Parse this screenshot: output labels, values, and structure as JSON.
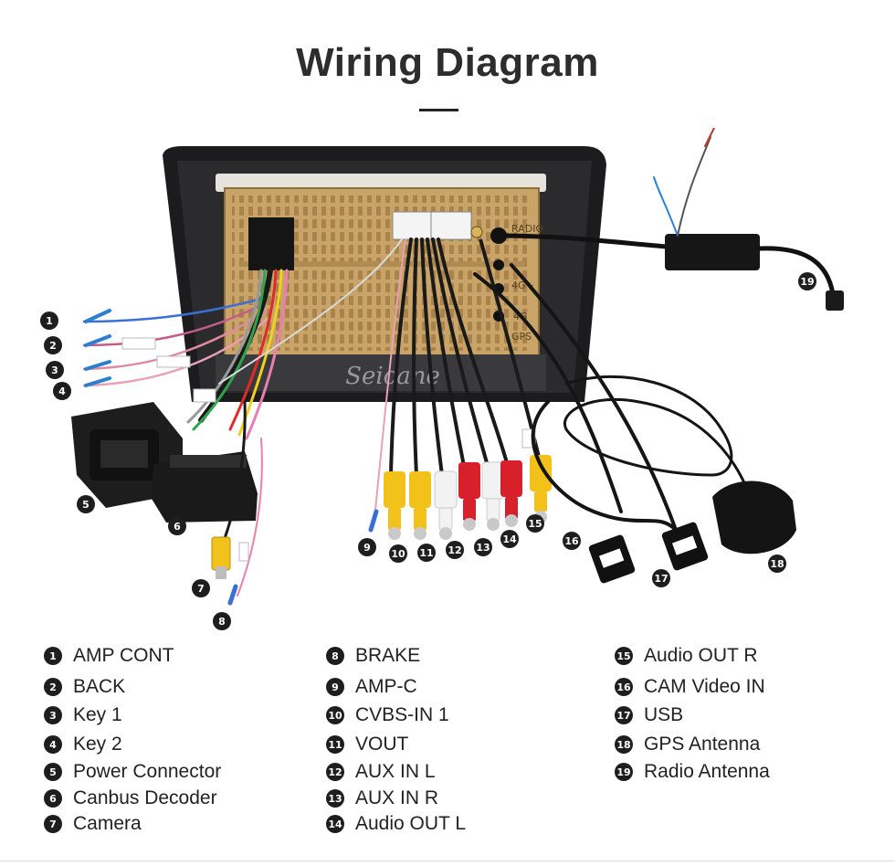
{
  "title": "Wiring Diagram",
  "watermark": "Seicane",
  "port_labels": {
    "radio": "RADIO",
    "fourg_top": "4G+",
    "fourg": "4G",
    "gps": "GPS"
  },
  "legend": [
    {
      "num": "1",
      "label": "AMP CONT"
    },
    {
      "num": "2",
      "label": "BACK"
    },
    {
      "num": "3",
      "label": "Key 1"
    },
    {
      "num": "4",
      "label": "Key 2"
    },
    {
      "num": "5",
      "label": "Power Connector"
    },
    {
      "num": "6",
      "label": "Canbus Decoder"
    },
    {
      "num": "7",
      "label": "Camera"
    },
    {
      "num": "8",
      "label": "BRAKE"
    },
    {
      "num": "9",
      "label": "AMP-C"
    },
    {
      "num": "10",
      "label": "CVBS-IN 1"
    },
    {
      "num": "11",
      "label": "VOUT"
    },
    {
      "num": "12",
      "label": "AUX IN L"
    },
    {
      "num": "13",
      "label": "AUX IN R"
    },
    {
      "num": "14",
      "label": "Audio OUT L"
    },
    {
      "num": "15",
      "label": "Audio OUT R"
    },
    {
      "num": "16",
      "label": "CAM Video IN"
    },
    {
      "num": "17",
      "label": "USB"
    },
    {
      "num": "18",
      "label": "GPS Antenna"
    },
    {
      "num": "19",
      "label": "Radio Antenna"
    }
  ],
  "colors": {
    "bezel": "#1c1c1e",
    "panel": "#c9a468",
    "rca_yellow": "#f2c21b",
    "rca_white": "#f2f2f2",
    "rca_red": "#d8202c",
    "badge": "#1e1e1e"
  }
}
